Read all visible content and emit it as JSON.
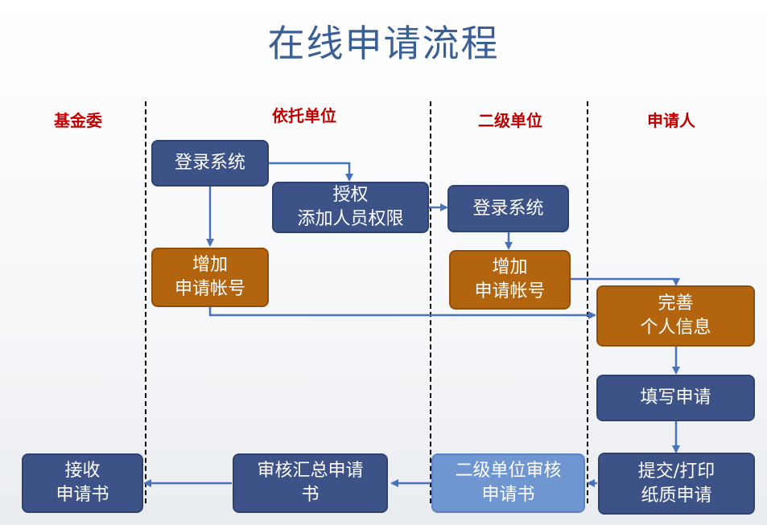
{
  "title": "在线申请流程",
  "lanes": {
    "fund": "基金委",
    "trust": "依托单位",
    "secondary": "二级单位",
    "applicant": "申请人"
  },
  "steps": {
    "trust_login": "登录系统",
    "authorize": "授权\n添加人员权限",
    "trust_add_account": "增加\n申请帐号",
    "secondary_login": "登录系统",
    "secondary_add_account": "增加\n申请帐号",
    "complete_info": "完善\n个人信息",
    "fill_application": "填写申请",
    "submit_print": "提交/打印\n纸质申请",
    "secondary_review": "二级单位审核\n申请书",
    "review_summary": "审核汇总申请\n书",
    "receive": "接收\n申请书"
  },
  "colors": {
    "title": "#3a5f92",
    "lane_label": "#c00000",
    "dark_box": "#3d5387",
    "orange_box": "#b3640e",
    "light_box": "#6f96d0",
    "arrow": "#4a72b8"
  }
}
